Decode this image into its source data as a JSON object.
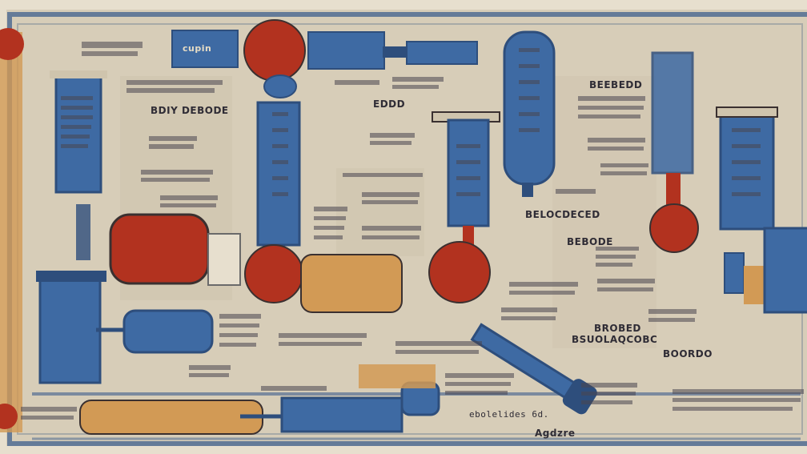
{
  "palette": {
    "paper": "#d7cdb8",
    "paper_light": "#e7dfce",
    "border": "#3f5f8d",
    "blue": "#3e6aa3",
    "blue_dark": "#2e4e7c",
    "red": "#b2321f",
    "ochre": "#d29a55",
    "ink": "#2f2c35"
  },
  "labels": {
    "top_blue_tab": "cupin",
    "title_block": "BDIY DEBODE",
    "center_word": "EDDD",
    "right_header": "BEEBEDD",
    "middle_heading": "BELOCDECED",
    "right_mid_heading": "BEBODE",
    "lower_right_heading": "BROBED",
    "lower_right_heading_2": "BSUOLAQCOBC",
    "lower_right_tag": "BOORDO",
    "bottom_text": "ebolelides 6d.",
    "signature": "Agdzre"
  }
}
